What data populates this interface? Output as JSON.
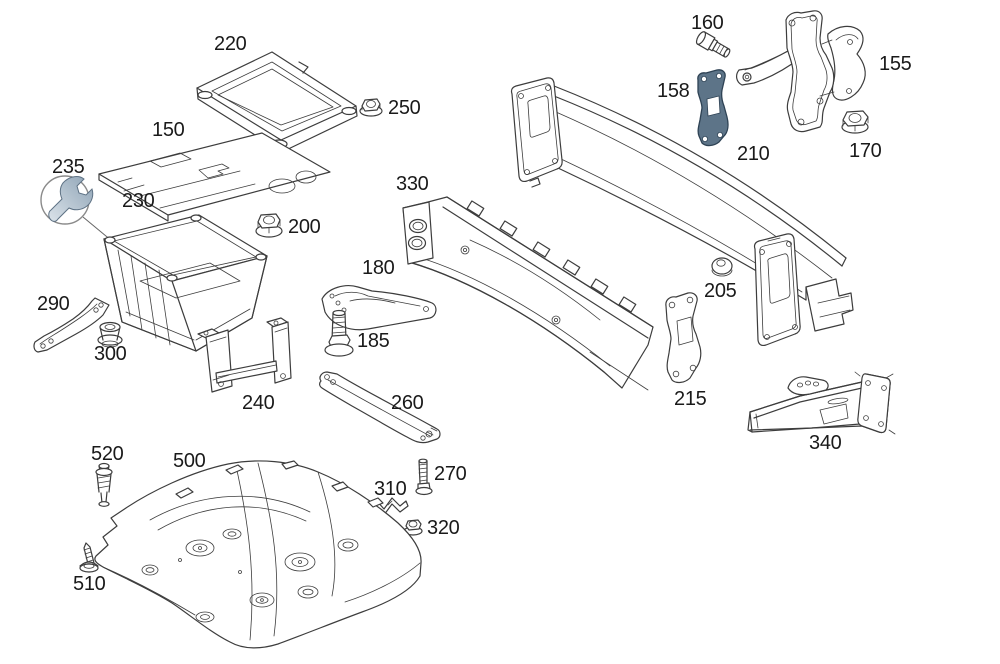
{
  "diagram": {
    "type": "exploded-parts-diagram",
    "highlighted_part": "158",
    "colors": {
      "background": "#ffffff",
      "line": "#3d3d3d",
      "label_text": "#1a1a1a",
      "highlight_fill": "#5d7488",
      "highlight_stroke": "#2e4254",
      "wrench_light": "#dbe3ea",
      "wrench_dark": "#8ea3b5"
    },
    "icons": [
      {
        "name": "wrench-icon",
        "part": "235"
      }
    ]
  },
  "callouts": [
    {
      "id": "220"
    },
    {
      "id": "250"
    },
    {
      "id": "150"
    },
    {
      "id": "235"
    },
    {
      "id": "230"
    },
    {
      "id": "200"
    },
    {
      "id": "290"
    },
    {
      "id": "300"
    },
    {
      "id": "240"
    },
    {
      "id": "520"
    },
    {
      "id": "500"
    },
    {
      "id": "510"
    },
    {
      "id": "330"
    },
    {
      "id": "180"
    },
    {
      "id": "185"
    },
    {
      "id": "260"
    },
    {
      "id": "270"
    },
    {
      "id": "310"
    },
    {
      "id": "320"
    },
    {
      "id": "160"
    },
    {
      "id": "158"
    },
    {
      "id": "155"
    },
    {
      "id": "210"
    },
    {
      "id": "170"
    },
    {
      "id": "205"
    },
    {
      "id": "215"
    },
    {
      "id": "340"
    }
  ]
}
